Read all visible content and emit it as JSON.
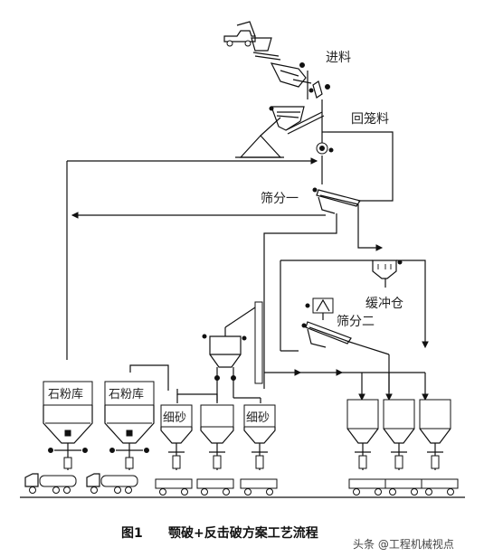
{
  "labels": {
    "feed": "进料",
    "return": "回笼料",
    "screen1": "筛分一",
    "buffer": "缓冲仓",
    "screen2": "筛分二",
    "stone_powder_1": "石粉库",
    "stone_powder_2": "石粉库",
    "fine_sand_1": "细砂",
    "fine_sand_2": "细砂"
  },
  "caption": {
    "figure": "图1",
    "title": "颚破+反击破方案工艺流程"
  },
  "watermark": {
    "text": "头条 @工程机械视点"
  }
}
